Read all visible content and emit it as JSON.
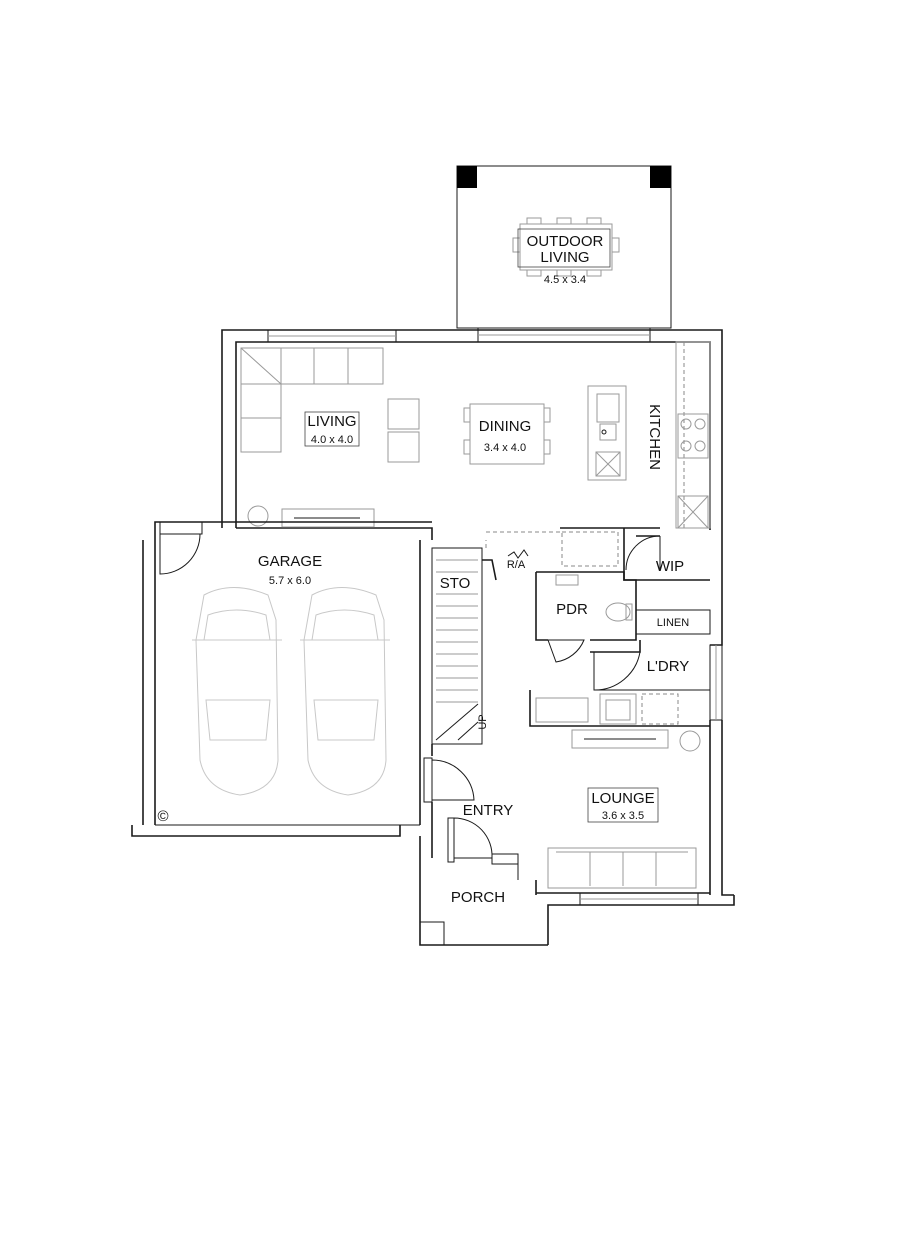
{
  "rooms": {
    "outdoor_living": {
      "name_line1": "OUTDOOR",
      "name_line2": "LIVING",
      "size": "4.5 x 3.4"
    },
    "living": {
      "name": "LIVING",
      "size": "4.0 x 4.0"
    },
    "dining": {
      "name": "DINING",
      "size": "3.4 x 4.0"
    },
    "kitchen": {
      "name": "KITCHEN"
    },
    "garage": {
      "name": "GARAGE",
      "size": "5.7 x 6.0"
    },
    "sto": {
      "name": "STO"
    },
    "ra": {
      "name": "R/A"
    },
    "pdr": {
      "name": "PDR"
    },
    "wip": {
      "name": "WIP"
    },
    "linen": {
      "name": "LINEN"
    },
    "ldry": {
      "name": "L'DRY"
    },
    "entry": {
      "name": "ENTRY"
    },
    "lounge": {
      "name": "LOUNGE",
      "size": "3.6 x 3.5"
    },
    "porch": {
      "name": "PORCH"
    }
  },
  "stairs": {
    "label": "UP"
  },
  "symbols": {
    "copyright": "©"
  }
}
